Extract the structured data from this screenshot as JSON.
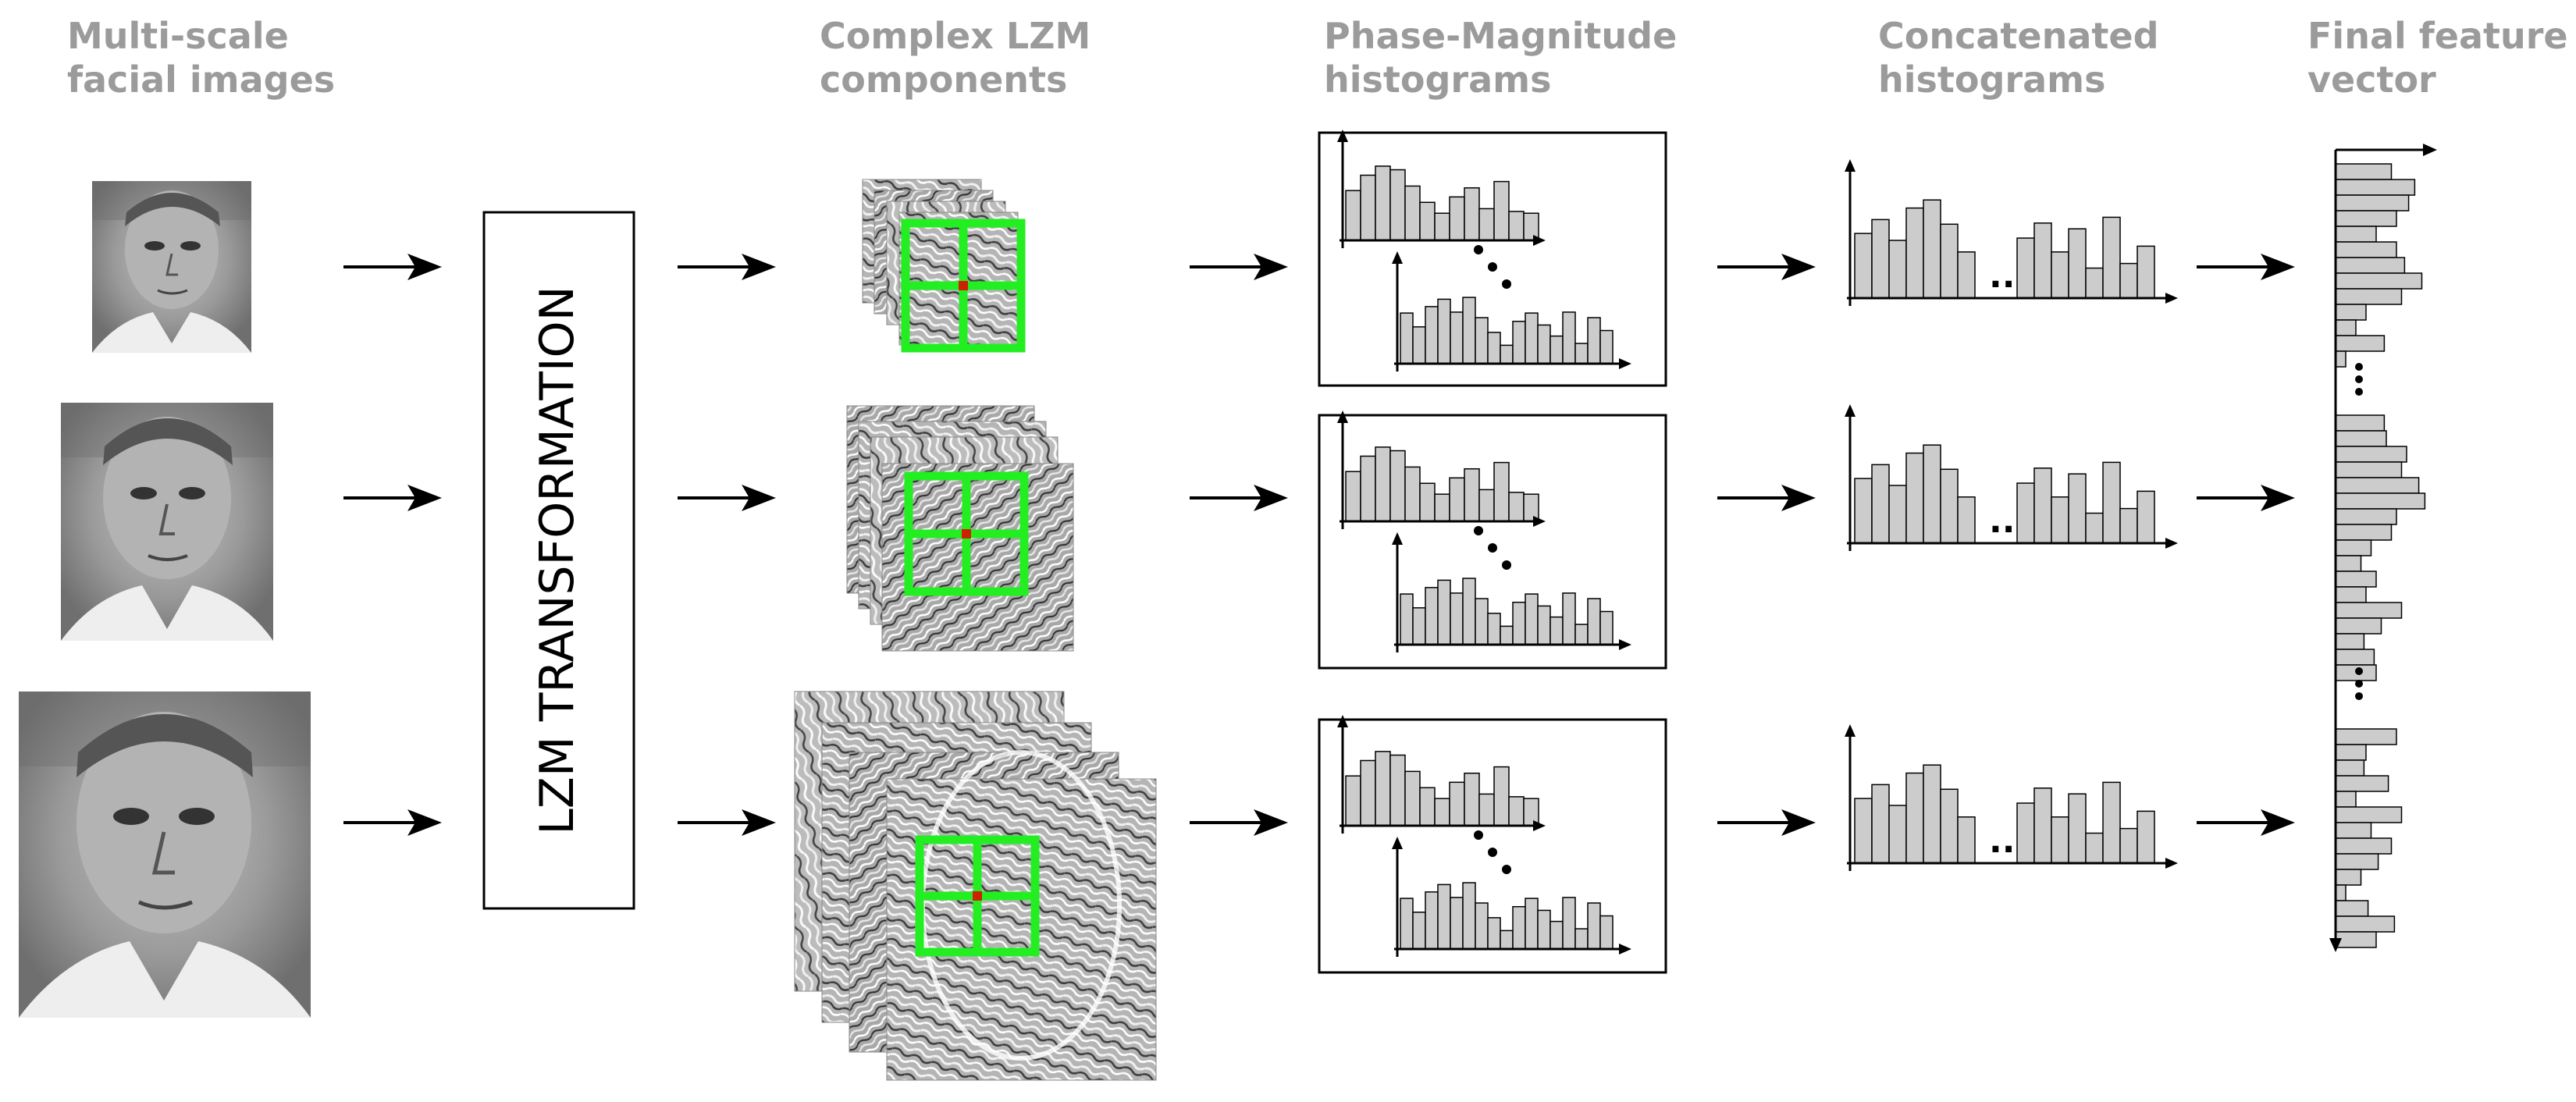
{
  "headers": [
    {
      "line1": "Multi-scale",
      "line2": "facial images"
    },
    {
      "line1": "Complex LZM",
      "line2": "components"
    },
    {
      "line1": "Phase-Magnitude",
      "line2": "histograms"
    },
    {
      "line1": "Concatenated",
      "line2": "histograms"
    },
    {
      "line1": "Final feature",
      "line2": "vector"
    }
  ],
  "transform_label": "LZM TRANSFORMATION",
  "ellipsis": "...",
  "colors": {
    "header": "#9b9b9b",
    "grid": "#22ee22",
    "grid_center": "#cc2200",
    "bar_fill": "#cccccc",
    "stroke": "#000000"
  },
  "histogram_top_values": [
    0.55,
    0.72,
    0.82,
    0.78,
    0.6,
    0.42,
    0.3,
    0.48,
    0.58,
    0.35,
    0.65,
    0.32,
    0.3
  ],
  "histogram_bottom_values": [
    0.55,
    0.4,
    0.62,
    0.7,
    0.56,
    0.72,
    0.5,
    0.34,
    0.2,
    0.46,
    0.55,
    0.42,
    0.3,
    0.56,
    0.22,
    0.5,
    0.36
  ],
  "concat_left_values": [
    0.56,
    0.68,
    0.5,
    0.78,
    0.85,
    0.64,
    0.4
  ],
  "concat_right_values": [
    0.52,
    0.65,
    0.4,
    0.6,
    0.26,
    0.7,
    0.3,
    0.45
  ],
  "feature_vector_groups": [
    [
      0.55,
      0.78,
      0.72,
      0.6,
      0.4,
      0.6,
      0.68,
      0.85,
      0.65,
      0.3,
      0.2,
      0.48,
      0.1
    ],
    [
      0.48,
      0.5,
      0.7,
      0.65,
      0.82,
      0.88,
      0.6,
      0.55,
      0.35,
      0.25,
      0.4,
      0.3,
      0.65,
      0.45,
      0.28,
      0.38,
      0.4
    ],
    [
      0.6,
      0.3,
      0.28,
      0.52,
      0.2,
      0.65,
      0.35,
      0.55,
      0.42,
      0.25,
      0.1,
      0.32,
      0.58,
      0.4
    ]
  ]
}
